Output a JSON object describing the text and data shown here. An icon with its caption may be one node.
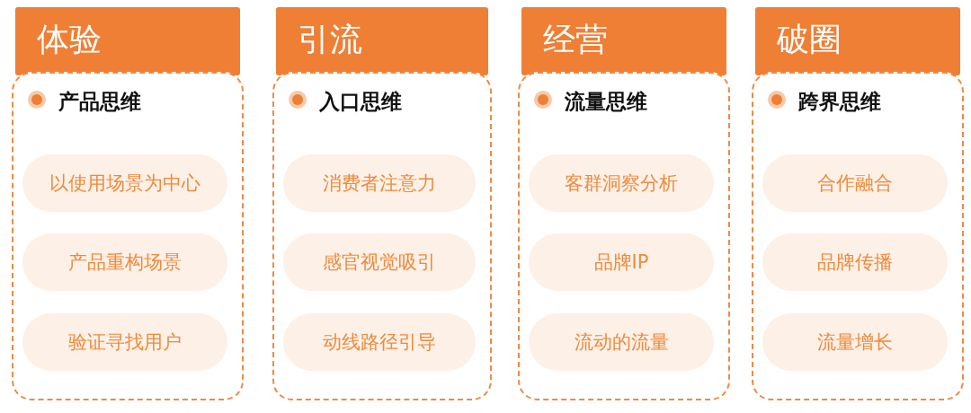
{
  "diagram": {
    "nodes": [
      {
        "text": [
          "体验"
        ]
      },
      {
        "text": [
          "产品思维"
        ]
      },
      {
        "text": [
          "以使用场景为中心"
        ],
        "in": 1
      },
      {
        "text": [
          "产品重构场景"
        ],
        "in": 1
      },
      {
        "text": [
          "验证寻找用户"
        ],
        "in": 1
      },
      {
        "text": [
          "引流"
        ]
      },
      {
        "text": [
          "入口思维"
        ]
      },
      {
        "text": [
          "消费者注意力"
        ],
        "in": 6
      },
      {
        "text": [
          "感官视觉吸引"
        ],
        "in": 6
      },
      {
        "text": [
          "动线路径引导"
        ],
        "in": 6
      },
      {
        "text": [
          "经营"
        ]
      },
      {
        "text": [
          "流量思维"
        ]
      },
      {
        "text": [
          "客群洞察分析"
        ],
        "in": 11
      },
      {
        "text": [
          "品牌IP"
        ],
        "in": 11
      },
      {
        "text": [
          "流动的流量"
        ],
        "in": 11
      },
      {
        "text": [
          "破圈"
        ]
      },
      {
        "text": [
          "跨界思维"
        ]
      },
      {
        "text": [
          "合作融合"
        ],
        "in": 16
      },
      {
        "text": [
          "品牌传播"
        ],
        "in": 16
      },
      {
        "text": [
          "流量增长"
        ],
        "in": 16
      }
    ]
  }
}
